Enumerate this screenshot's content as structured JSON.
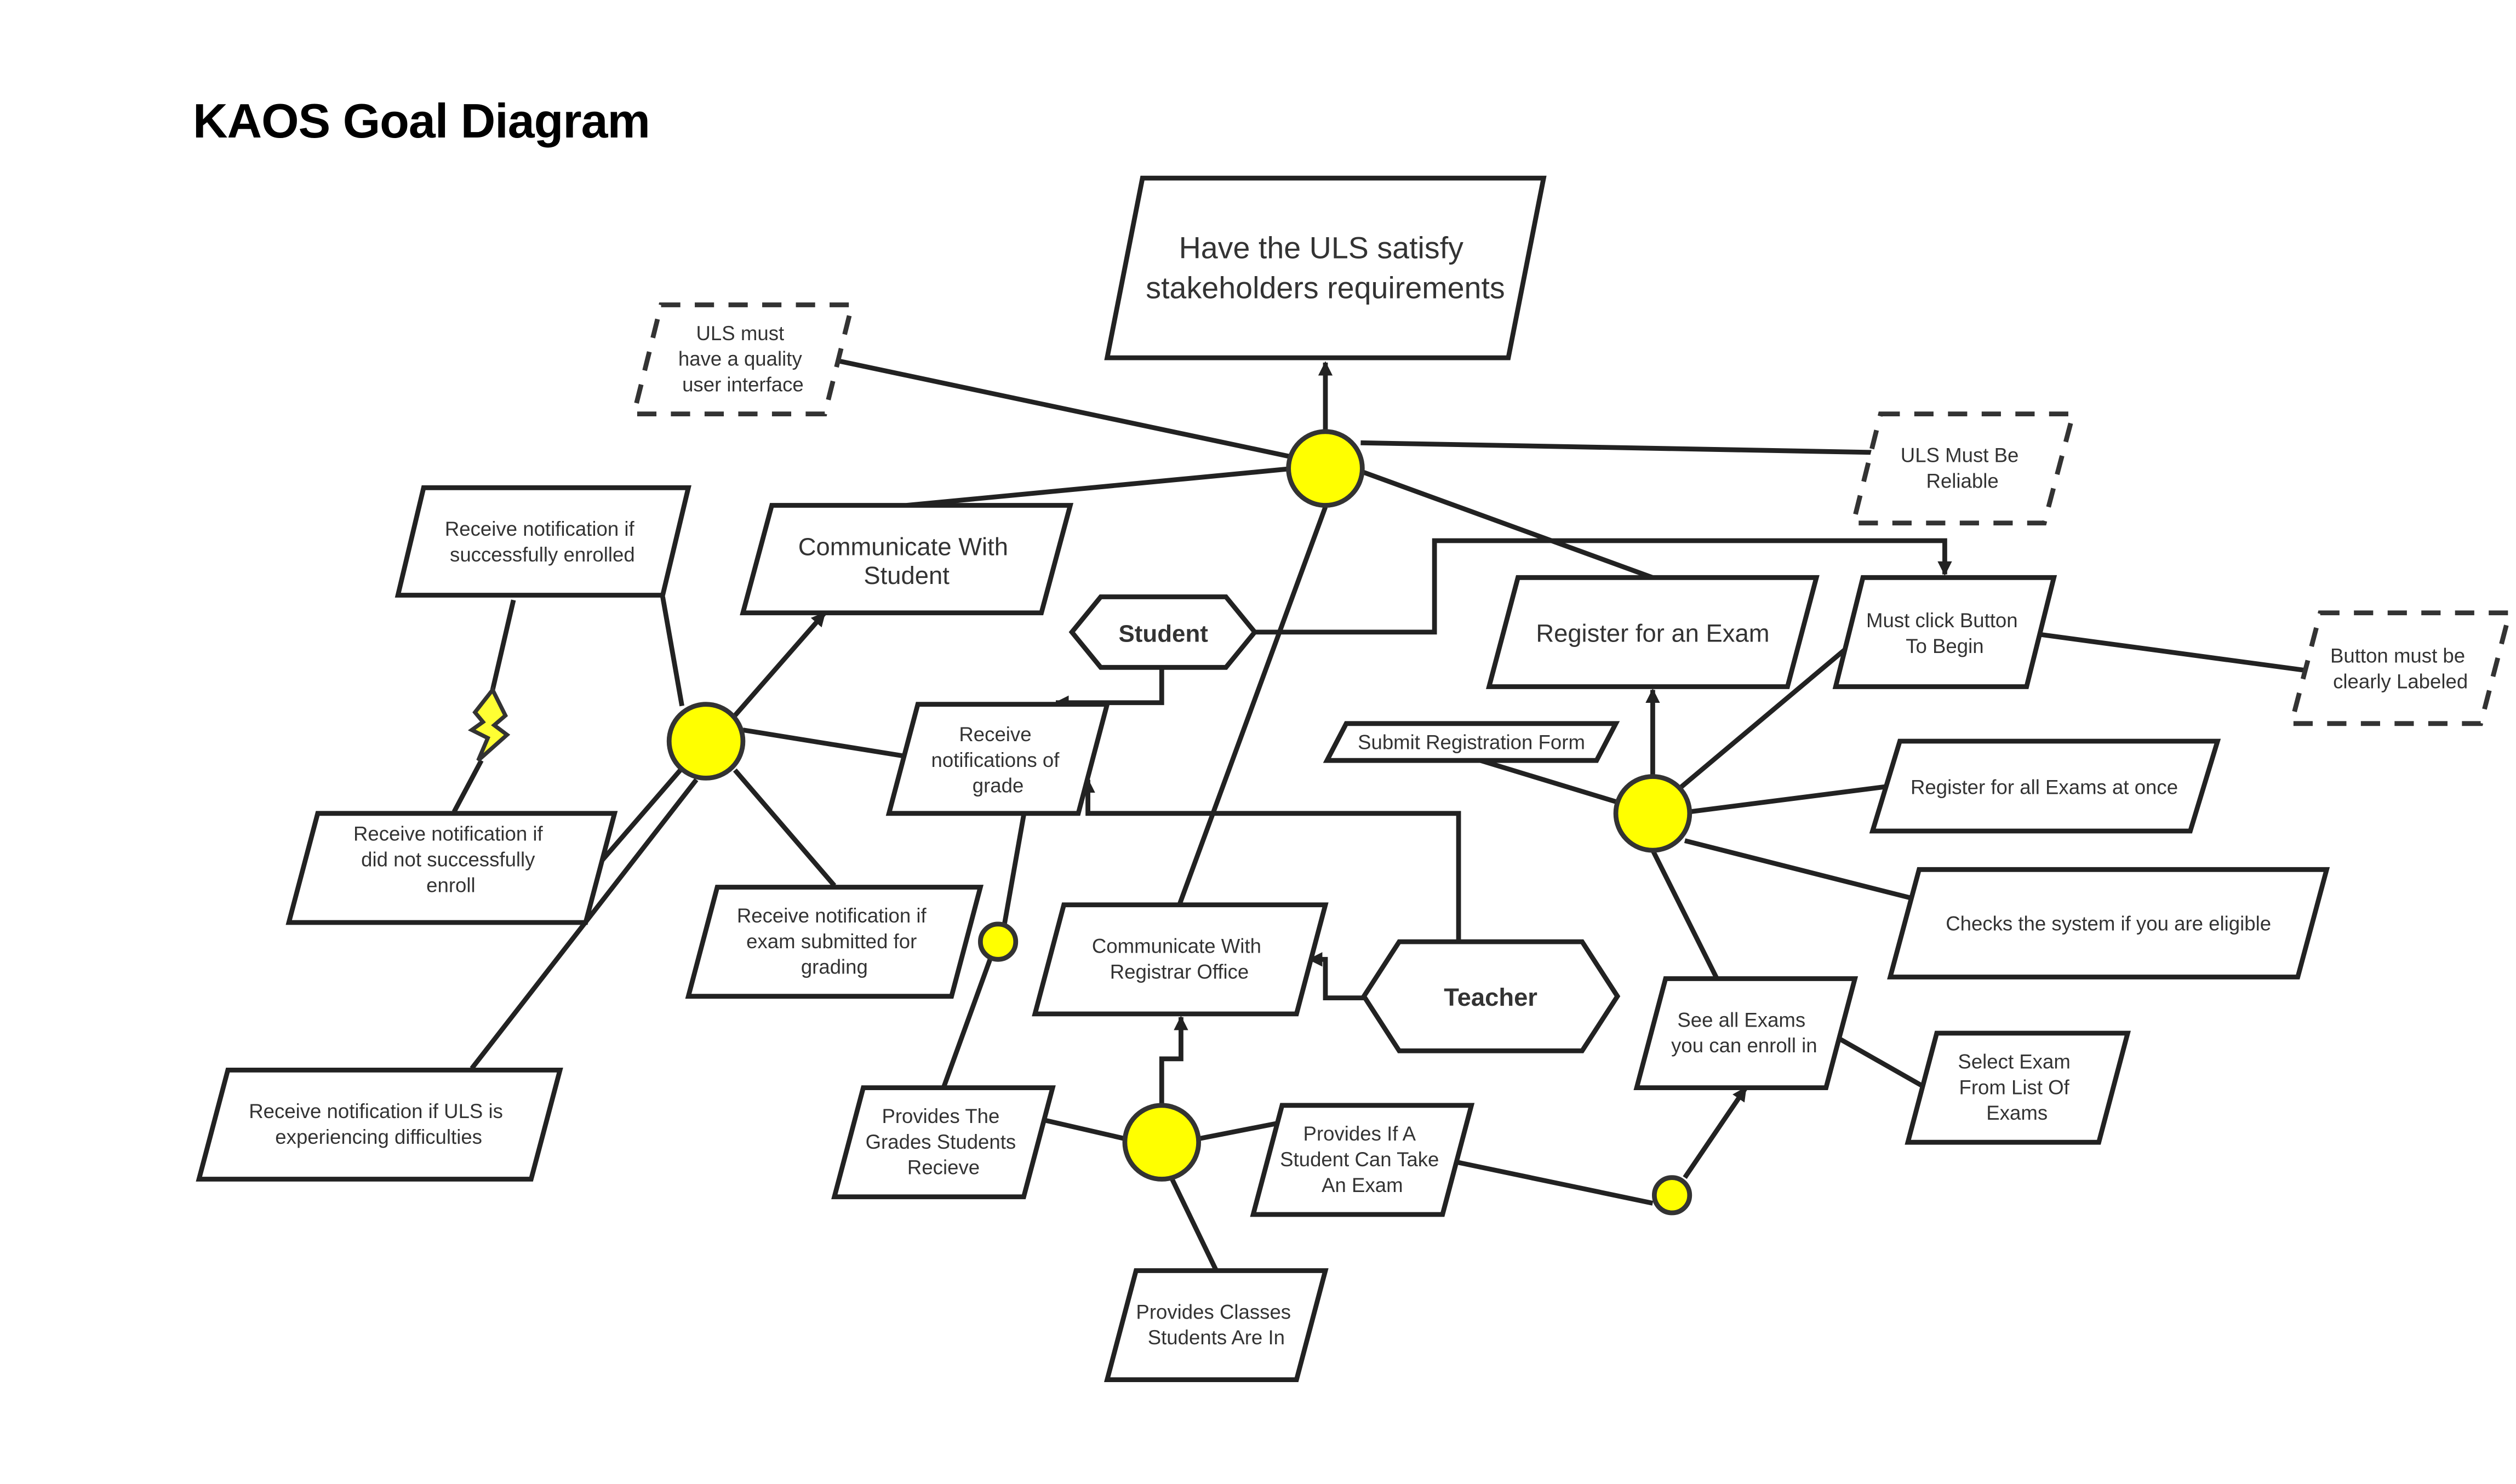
{
  "title": "KAOS Goal Diagram",
  "nodes": {
    "root": [
      "Have the ULS satisfy",
      "stakeholders requirements"
    ],
    "uls_quality_ui": [
      "ULS must",
      "have a quality",
      "user interface"
    ],
    "uls_reliable": [
      "ULS Must Be",
      "Reliable"
    ],
    "communicate_student": [
      "Communicate With",
      "Student"
    ],
    "notif_enrolled": [
      "Receive notification if",
      "successfully enrolled"
    ],
    "notif_not_enrolled": [
      "Receive notification if",
      "did not successfully",
      "enroll"
    ],
    "notif_difficulties": [
      "Receive notification if ULS is",
      "experiencing difficulties"
    ],
    "notif_exam_submitted": [
      "Receive notification if",
      "exam submitted for",
      "grading"
    ],
    "notif_grade": [
      "Receive",
      "notifications of",
      "grade"
    ],
    "student_agent": [
      "Student"
    ],
    "teacher_agent": [
      "Teacher"
    ],
    "register_exam": [
      "Register for an Exam"
    ],
    "must_click_button": [
      "Must click Button",
      "To Begin"
    ],
    "button_labeled": [
      "Button must be",
      "clearly Labeled"
    ],
    "submit_registration": [
      "Submit Registration Form"
    ],
    "register_all": [
      "Register for all Exams at once"
    ],
    "checks_eligible": [
      "Checks the system if you are eligible"
    ],
    "see_all_exams": [
      "See all Exams",
      "you can enroll in"
    ],
    "select_exam": [
      "Select Exam",
      "From List Of",
      "Exams"
    ],
    "communicate_registrar": [
      "Communicate With",
      "Registrar Office"
    ],
    "provides_grades": [
      "Provides The",
      "Grades Students",
      "Recieve"
    ],
    "provides_can_take": [
      "Provides If A",
      "Student Can Take",
      "An Exam"
    ],
    "provides_classes": [
      "Provides Classes",
      "Students Are In"
    ]
  },
  "colors": {
    "refinement_fill": "#ffff00",
    "conflict_fill": "#ffff33",
    "stroke": "#222222"
  }
}
